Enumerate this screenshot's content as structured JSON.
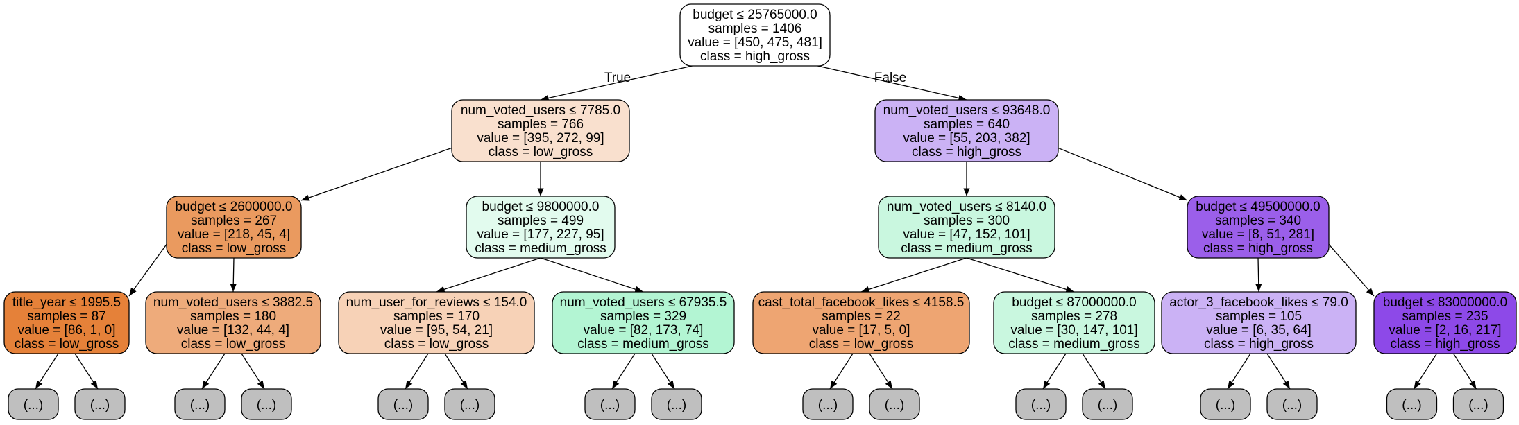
{
  "colors": {
    "low_gross_strong": "#e58139",
    "low_gross_med": "#ea9a5f",
    "low_gross_light": "#eeab7b",
    "low_gross_lighter": "#f7d2b7",
    "low_gross_faint": "#f9e0ce",
    "medium_gross_light": "#b3f5d3",
    "medium_gross_lighter": "#c9f7df",
    "medium_gross_faint": "#e2fbee",
    "high_gross_light": "#cbb2f5",
    "high_gross_strong": "#9b5fea",
    "high_gross_stronger": "#8d49e8",
    "truncated": "#bfbfbf"
  },
  "edge_labels": {
    "true": "True",
    "false": "False"
  },
  "truncated_label": "(...)",
  "nodes": {
    "root": {
      "lines": [
        "budget ≤ 25765000.0",
        "samples = 1406",
        "value = [450, 475, 481]",
        "class = high_gross"
      ],
      "fill": "#ffffff"
    },
    "L": {
      "lines": [
        "num_voted_users ≤ 7785.0",
        "samples = 766",
        "value = [395, 272, 99]",
        "class = low_gross"
      ],
      "fill": "#f9e0ce"
    },
    "R": {
      "lines": [
        "num_voted_users ≤ 93648.0",
        "samples = 640",
        "value = [55, 203, 382]",
        "class = high_gross"
      ],
      "fill": "#cbb2f5"
    },
    "LL": {
      "lines": [
        "budget ≤ 2600000.0",
        "samples = 267",
        "value = [218, 45, 4]",
        "class = low_gross"
      ],
      "fill": "#ea9a5f"
    },
    "LR": {
      "lines": [
        "budget ≤ 9800000.0",
        "samples = 499",
        "value = [177, 227, 95]",
        "class = medium_gross"
      ],
      "fill": "#e2fbee"
    },
    "RL": {
      "lines": [
        "num_voted_users ≤ 8140.0",
        "samples = 300",
        "value = [47, 152, 101]",
        "class = medium_gross"
      ],
      "fill": "#c9f7df"
    },
    "RR": {
      "lines": [
        "budget ≤ 49500000.0",
        "samples = 340",
        "value = [8, 51, 281]",
        "class = high_gross"
      ],
      "fill": "#9b5fea"
    },
    "LLL": {
      "lines": [
        "title_year ≤ 1995.5",
        "samples = 87",
        "value = [86, 1, 0]",
        "class = low_gross"
      ],
      "fill": "#e58139"
    },
    "LLR": {
      "lines": [
        "num_voted_users ≤ 3882.5",
        "samples = 180",
        "value = [132, 44, 4]",
        "class = low_gross"
      ],
      "fill": "#eeab7b"
    },
    "LRL": {
      "lines": [
        "num_user_for_reviews ≤ 154.0",
        "samples = 170",
        "value = [95, 54, 21]",
        "class = low_gross"
      ],
      "fill": "#f7d2b7"
    },
    "LRR": {
      "lines": [
        "num_voted_users ≤ 67935.5",
        "samples = 329",
        "value = [82, 173, 74]",
        "class = medium_gross"
      ],
      "fill": "#b3f5d3"
    },
    "RLL": {
      "lines": [
        "cast_total_facebook_likes ≤ 4158.5",
        "samples = 22",
        "value = [17, 5, 0]",
        "class = low_gross"
      ],
      "fill": "#eea572"
    },
    "RLR": {
      "lines": [
        "budget ≤ 87000000.0",
        "samples = 278",
        "value = [30, 147, 101]",
        "class = medium_gross"
      ],
      "fill": "#c9f7df"
    },
    "RRL": {
      "lines": [
        "actor_3_facebook_likes ≤ 79.0",
        "samples = 105",
        "value = [6, 35, 64]",
        "class = high_gross"
      ],
      "fill": "#cbb2f5"
    },
    "RRR": {
      "lines": [
        "budget ≤ 83000000.0",
        "samples = 235",
        "value = [2, 16, 217]",
        "class = high_gross"
      ],
      "fill": "#8d49e8"
    }
  }
}
